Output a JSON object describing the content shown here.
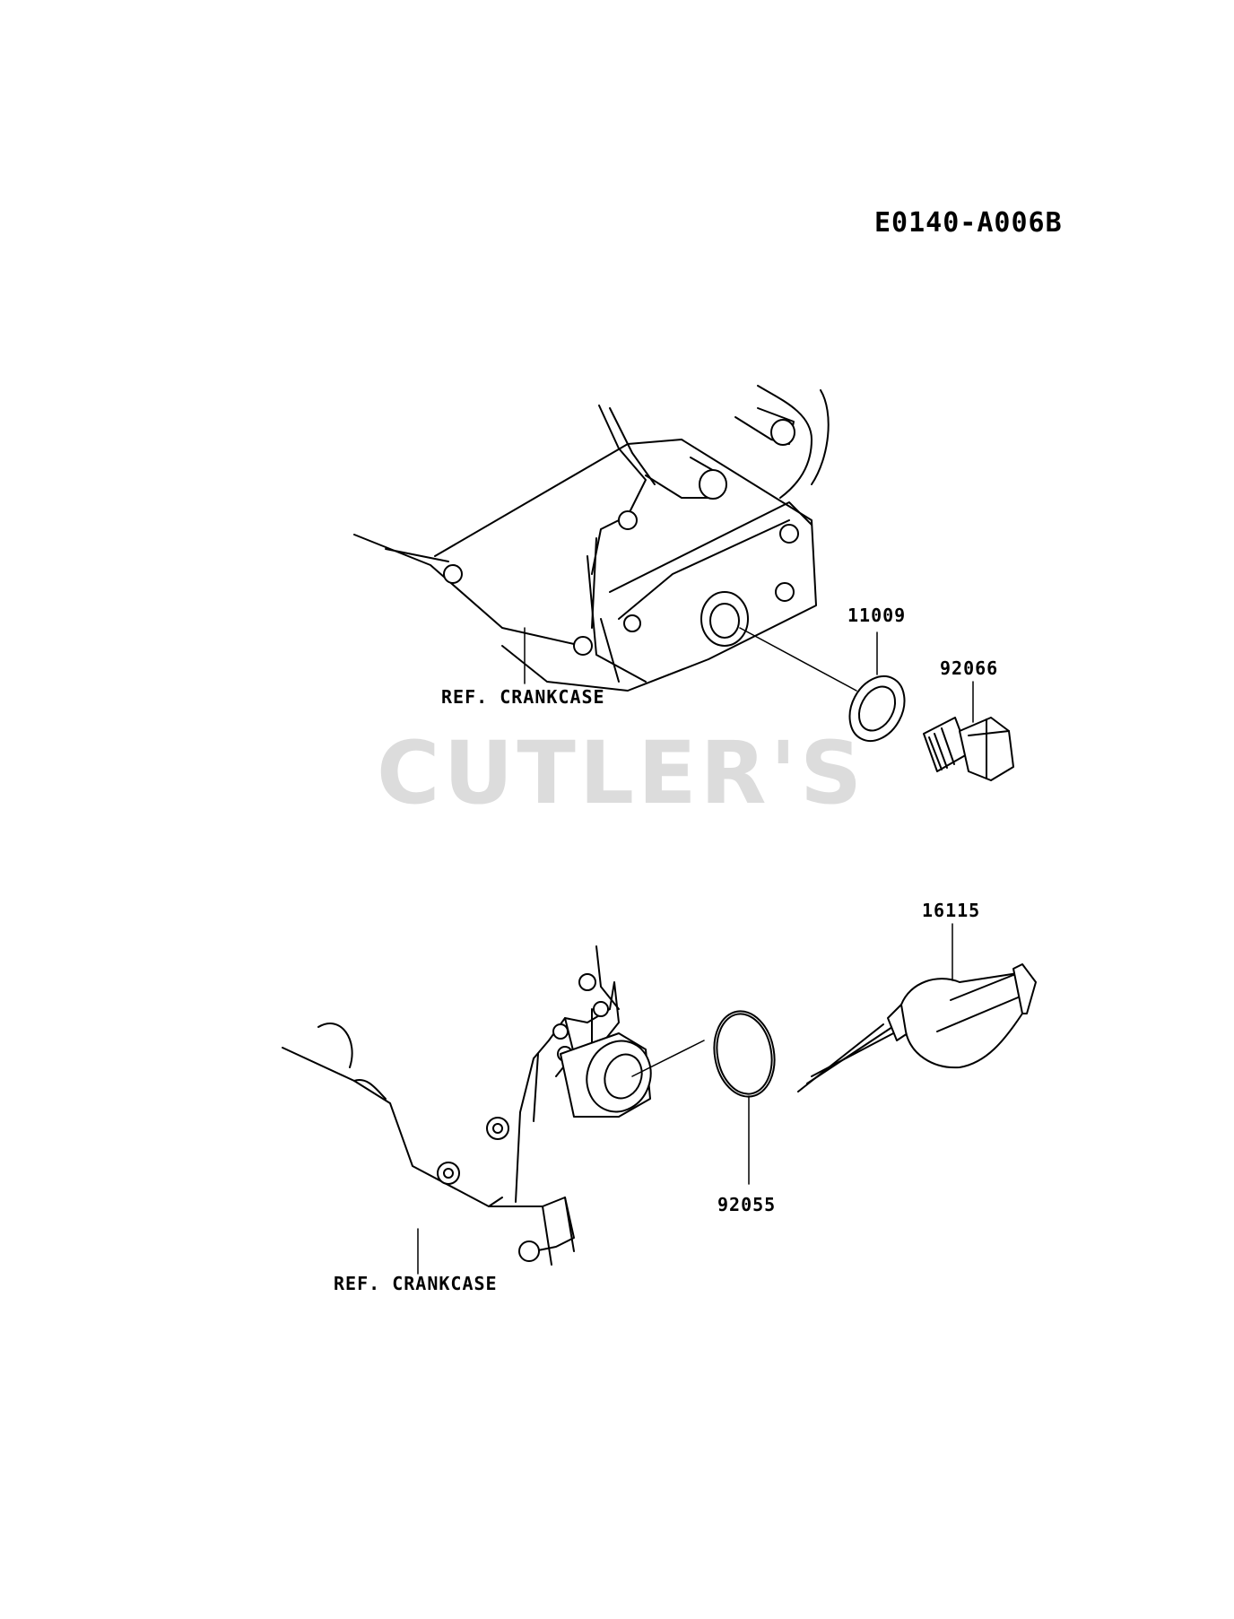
{
  "diagram_id": "E0140-A006B",
  "watermark": "CUTLER'S",
  "upper_assembly": {
    "ref_label": "REF. CRANKCASE",
    "parts": [
      "11009",
      "92066"
    ]
  },
  "lower_assembly": {
    "ref_label": "REF. CRANKCASE",
    "parts": [
      "16115",
      "92055"
    ]
  }
}
